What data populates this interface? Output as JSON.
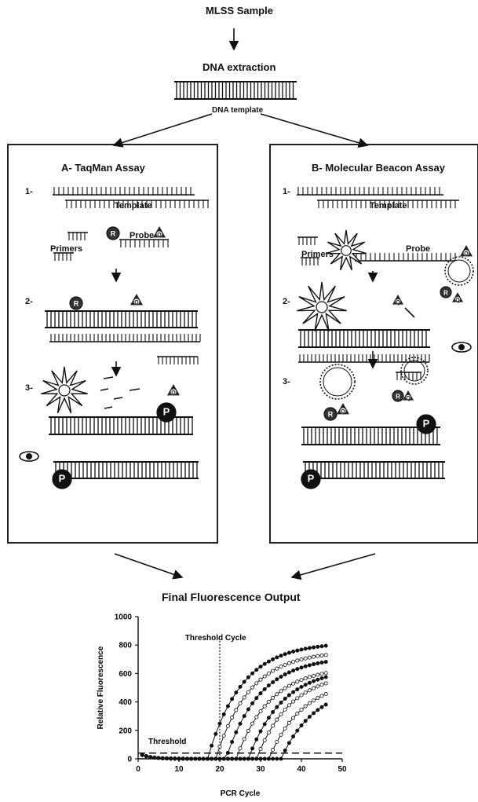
{
  "header": {
    "sample_label": "MLSS Sample",
    "extraction_label": "DNA extraction",
    "template_label": "DNA template"
  },
  "panel_a": {
    "title": "A- TaqMan Assay",
    "step1": "1-",
    "step2": "2-",
    "step3": "3-",
    "template_label": "Template",
    "primers_label": "Primers",
    "probe_label": "Probe",
    "fluor_letter": "R",
    "quencher_letter": "Q",
    "polymerase_letter": "P"
  },
  "panel_b": {
    "title": "B- Molecular Beacon Assay",
    "step1": "1-",
    "step2": "2-",
    "step3": "3-",
    "template_label": "Template",
    "primers_label": "Primers",
    "probe_label": "Probe",
    "fluor_letter": "R",
    "quencher_letter": "Q",
    "polymerase_letter": "P"
  },
  "output": {
    "title": "Final Fluorescence Output"
  },
  "chart_data": {
    "type": "scatter",
    "title": "",
    "xlabel": "PCR Cycle",
    "ylabel": "Relative Fluorescence",
    "xlim": [
      0,
      50
    ],
    "ylim": [
      0,
      1000
    ],
    "xticks": [
      0,
      10,
      20,
      30,
      40,
      50
    ],
    "yticks": [
      0,
      200,
      400,
      600,
      800,
      1000
    ],
    "annotations": [
      "Threshold Cycle",
      "Threshold"
    ],
    "threshold_value": 40,
    "threshold_cycle": 20,
    "series_params": [
      {
        "onset": 17,
        "top": 820,
        "style": "filled"
      },
      {
        "onset": 19,
        "top": 760,
        "style": "open"
      },
      {
        "onset": 21.5,
        "top": 720,
        "style": "filled"
      },
      {
        "onset": 24,
        "top": 650,
        "style": "open"
      },
      {
        "onset": 27,
        "top": 640,
        "style": "filled"
      },
      {
        "onset": 29,
        "top": 610,
        "style": "open"
      },
      {
        "onset": 32,
        "top": 560,
        "style": "open"
      },
      {
        "onset": 35,
        "top": 520,
        "style": "filled"
      }
    ]
  }
}
